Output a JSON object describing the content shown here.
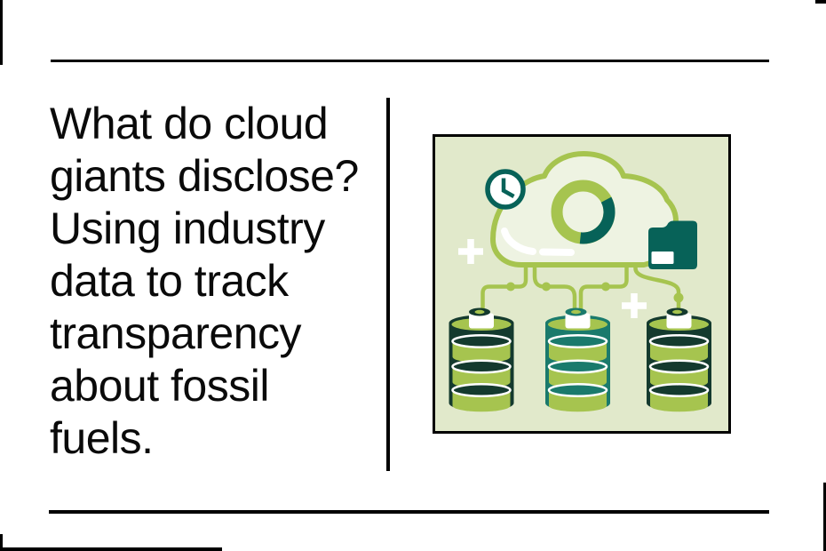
{
  "card": {
    "headline": {
      "full_text": "What do cloud giants disclose? Using industry data to track transparency about fossil fuels.",
      "lines": [
        "What do cloud",
        "giants disclose?",
        "Using industry",
        "data to track",
        "transparency",
        "about fossil",
        "fuels."
      ]
    }
  },
  "illustration": {
    "name": "cloud-data-storage-illustration",
    "elements": [
      "cloud",
      "clock-icon",
      "donut-chart",
      "folder-icon",
      "plus-sparkles",
      "database-cylinders",
      "connector-lines"
    ],
    "donut": {
      "segments": [
        {
          "color": "lime",
          "fraction": 0.66
        },
        {
          "color": "teal",
          "fraction": 0.34
        }
      ]
    }
  },
  "colors": {
    "text": "#0a0a0a",
    "rule": "#000000",
    "frame": "#000000",
    "pale": "#e1e9cb",
    "cloudfill": "#eef3e2",
    "lime": "#a6c44f",
    "dark": "#143a2e",
    "teal": "#076258",
    "tealmid": "#1a7a6c",
    "white": "#ffffff"
  }
}
